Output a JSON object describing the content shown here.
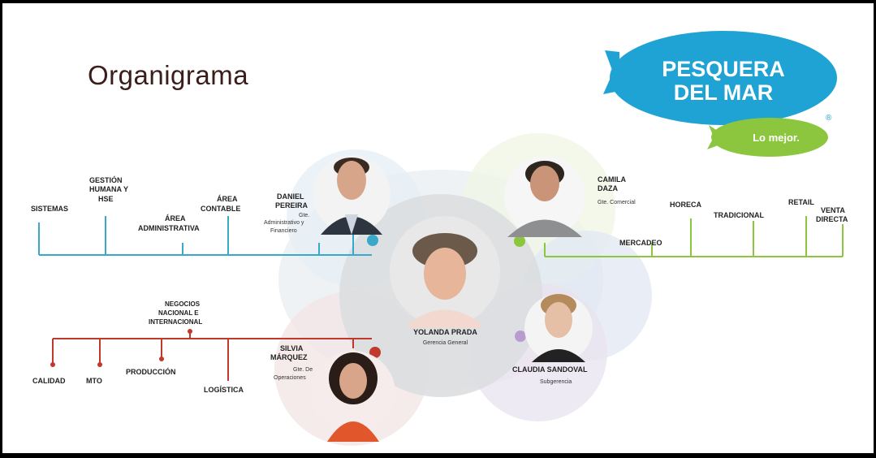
{
  "title": "Organigrama",
  "logo": {
    "line1": "PESQUERA",
    "line2": "DEL MAR",
    "tagline": "Lo mejor.",
    "mark": "®"
  },
  "center": {
    "name": "YOLANDA PRADA",
    "role": "Gerencia General"
  },
  "people": {
    "daniel": {
      "name_line1": "DANIEL",
      "name_line2": "PEREIRA",
      "role_line1": "Gte.",
      "role_line2": "Administrativo y",
      "role_line3": "Financiero"
    },
    "camila": {
      "name_line1": "CAMILA",
      "name_line2": "DAZA",
      "role": "Gte. Comercial"
    },
    "silvia": {
      "name_line1": "SILVIA",
      "name_line2": "MÁRQUEZ",
      "role_line1": "Gte. De",
      "role_line2": "Operaciones"
    },
    "claudia": {
      "name": "CLAUDIA SANDOVAL",
      "role": "Subgerencia"
    }
  },
  "admin_units": {
    "sistemas": "SISTEMAS",
    "gestion_1": "GESTIÓN",
    "gestion_2": "HUMANA Y",
    "gestion_3": "HSE",
    "area_admin_1": "ÁREA",
    "area_admin_2": "ADMINISTRATIVA",
    "area_cont_1": "ÁREA",
    "area_cont_2": "CONTABLE"
  },
  "commercial_units": {
    "horeca": "HORECA",
    "tradicional": "TRADICIONAL",
    "retail": "RETAIL",
    "venta_1": "VENTA",
    "venta_2": "DIRECTA",
    "mercadeo": "MERCADEO"
  },
  "operations_units": {
    "negocios_1": "NEGOCIOS",
    "negocios_2": "NACIONAL E",
    "negocios_3": "INTERNACIONAL",
    "calidad": "CALIDAD",
    "mto": "MTO",
    "produccion": "PRODUCCIÓN",
    "logistica": "LOGÍSTICA"
  },
  "colors": {
    "admin": "#3aa8c8",
    "commercial": "#8cc63f",
    "operations": "#c0392b",
    "logo_blue": "#1fa3d4",
    "logo_green": "#8cc63f",
    "title": "#3a1e1a"
  }
}
